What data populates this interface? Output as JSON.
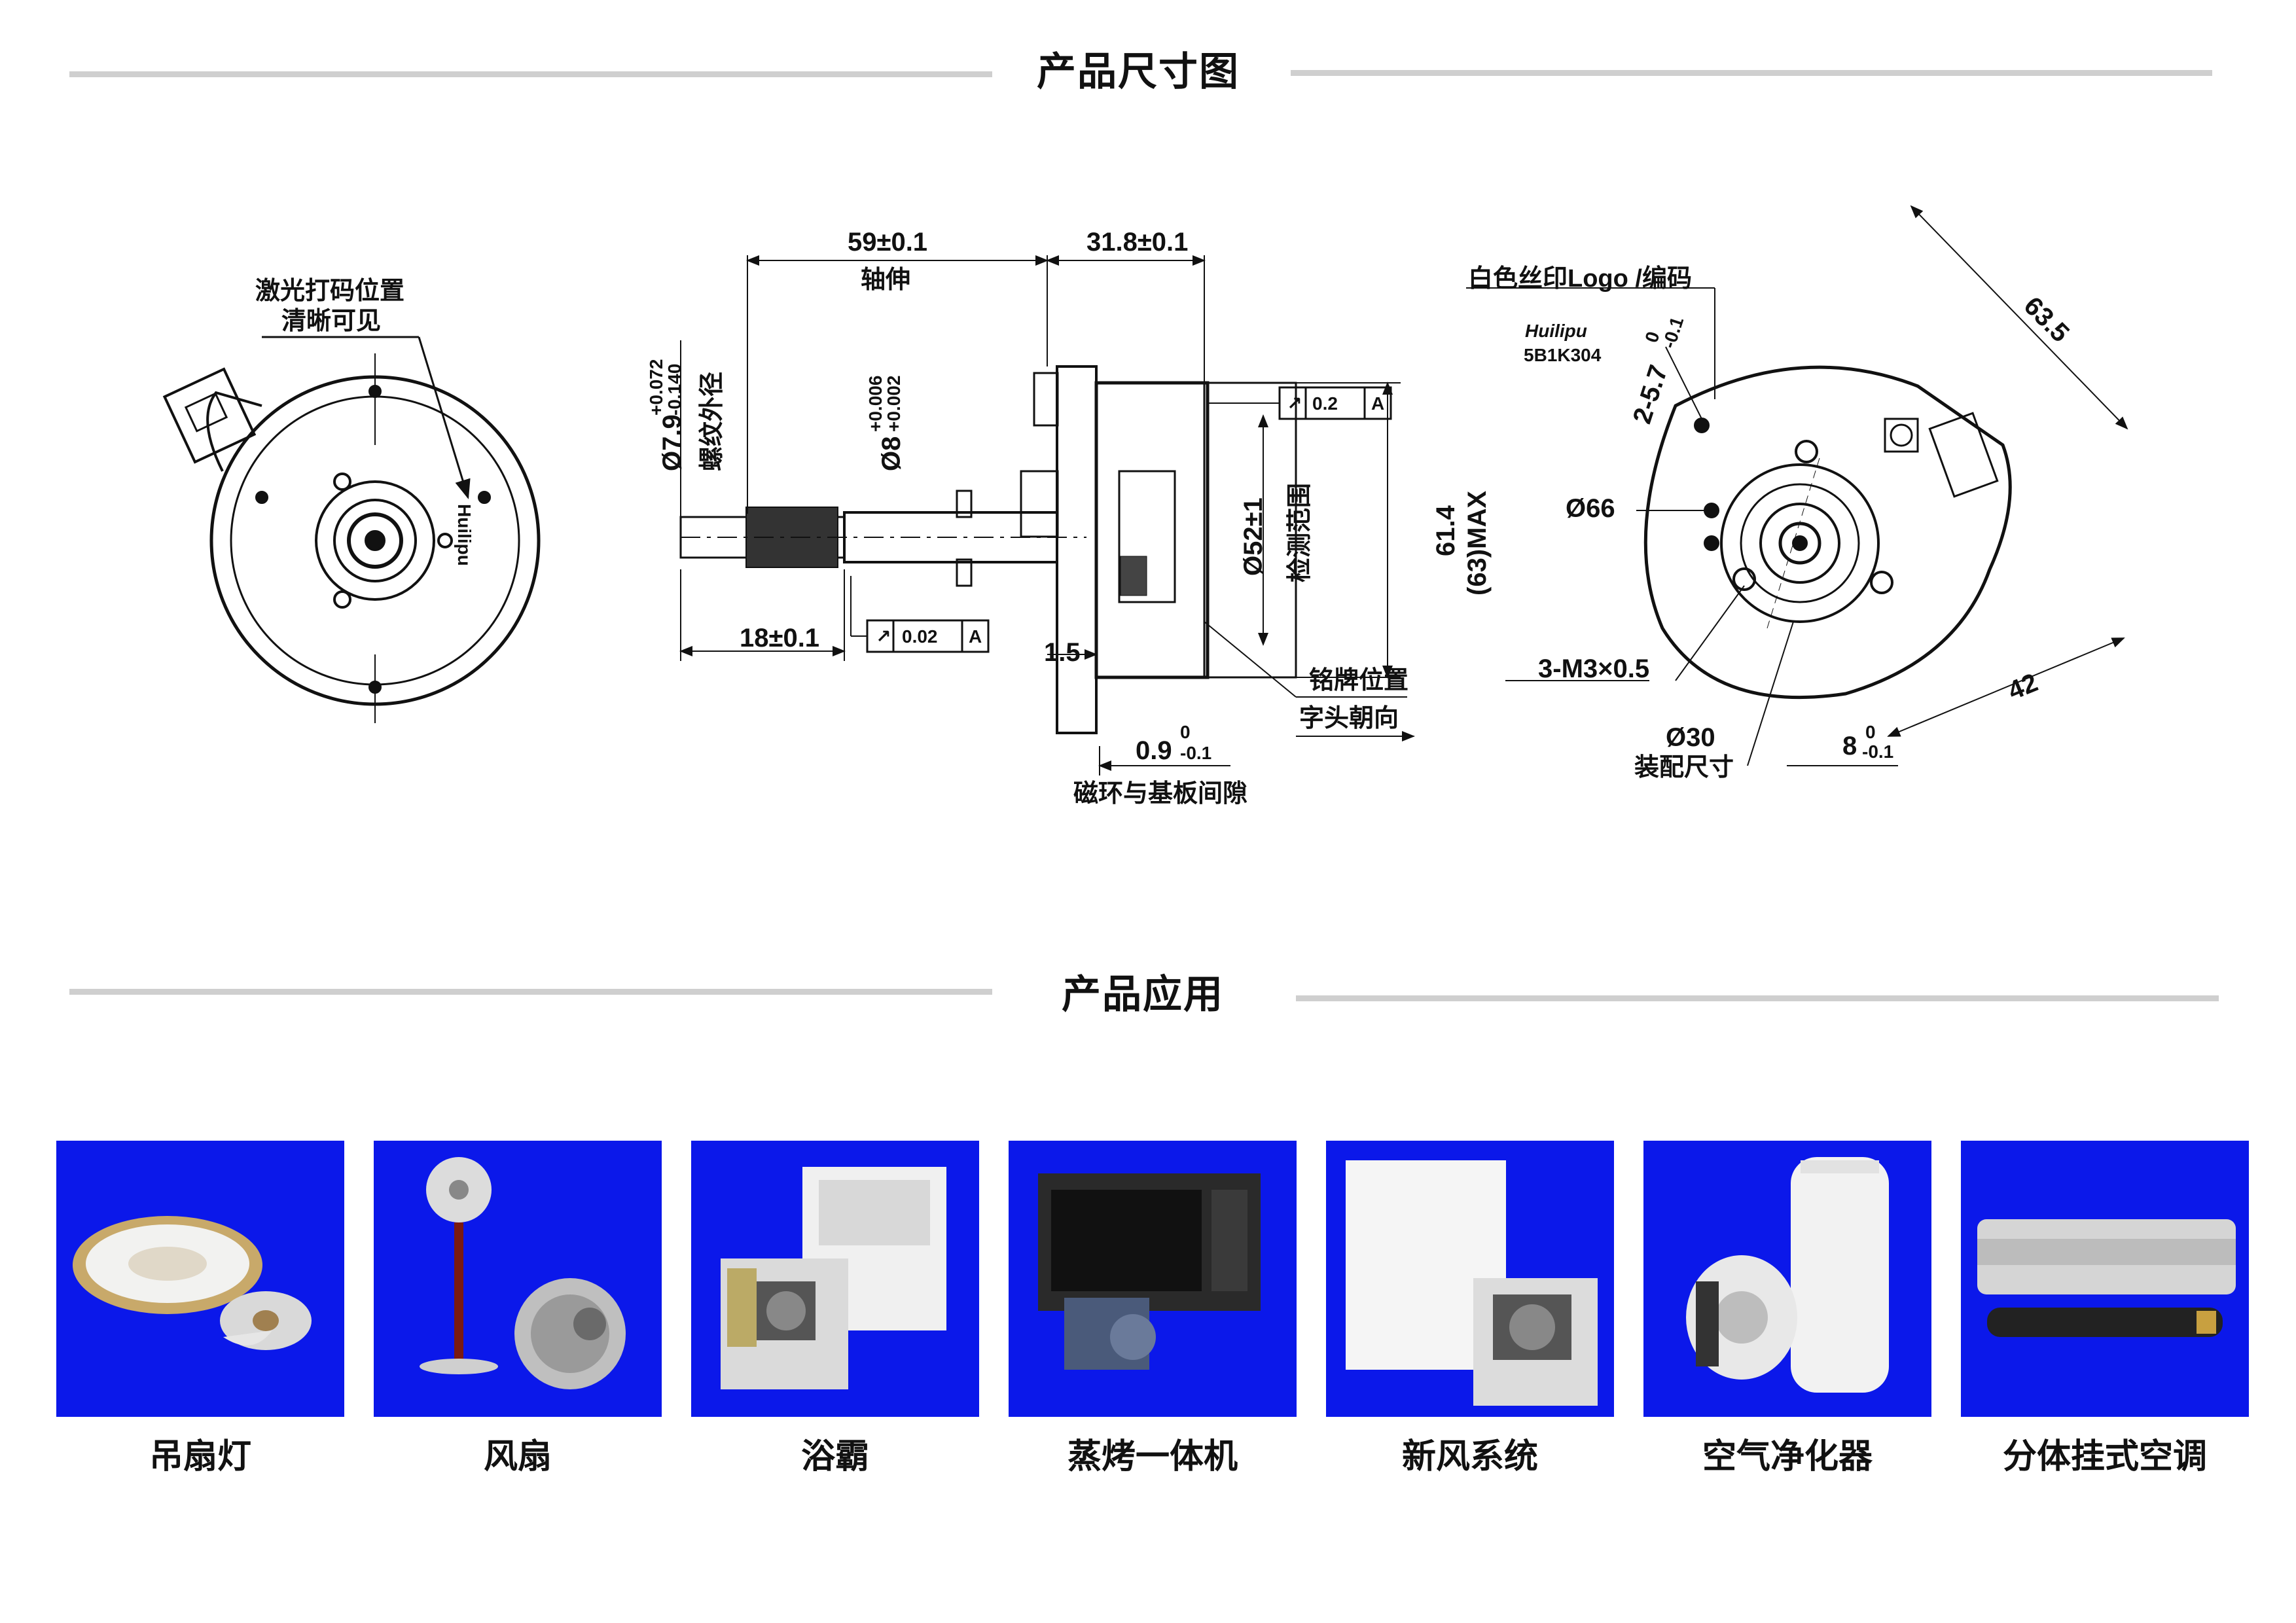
{
  "sections": {
    "dimensions_title": "产品尺寸图",
    "applications_title": "产品应用"
  },
  "drawing_left": {
    "laser_note_line1": "激光打码位置",
    "laser_note_line2": "清晰可见",
    "logo_text": "Huilipu"
  },
  "drawing_middle": {
    "shaft_length": "59±0.1",
    "shaft_label": "轴伸",
    "body_length": "31.8±0.1",
    "thread_dia": "Ø7.9",
    "thread_tol_upper": "+0.072",
    "thread_tol_lower": "-0.140",
    "thread_label": "螺纹外径",
    "shaft_dia": "Ø8",
    "shaft_tol_upper": "+0.006",
    "shaft_tol_lower": "+0.002",
    "thread_length": "18±0.1",
    "runout_shaft": "0.02",
    "runout_body": "0.2",
    "datum": "A",
    "flange_thickness": "1.5",
    "detect_dia": "Ø52±1",
    "detect_label": "检测范围",
    "overall_dia": "61.4",
    "overall_max": "(63)MAX",
    "nameplate_label": "铭牌位置",
    "text_direction_label": "字头朝向",
    "gap_value": "0.9",
    "gap_tol_upper": "0",
    "gap_tol_lower": "-0.1",
    "gap_label": "磁环与基板间隙"
  },
  "drawing_right": {
    "print_note": "白色丝印Logo /编码",
    "logo_text": "Huilipu",
    "model_code": "5B1K304",
    "outer_dim": "63.5",
    "slot_dim": "2-5.7",
    "slot_tol_upper": "0",
    "slot_tol_lower": "-0.1",
    "dia_66": "Ø66",
    "dia_30": "Ø30",
    "fit_label": "装配尺寸",
    "screw_spec": "3-M3×0.5",
    "dim_42": "42",
    "dim_8": "8",
    "dim_8_tol_upper": "0",
    "dim_8_tol_lower": "-0.1"
  },
  "applications": [
    {
      "label": "吊扇灯",
      "icon": "ceiling-fan-light-icon"
    },
    {
      "label": "风扇",
      "icon": "stand-fan-icon"
    },
    {
      "label": "浴霸",
      "icon": "bath-heater-icon"
    },
    {
      "label": "蒸烤一体机",
      "icon": "steam-oven-icon"
    },
    {
      "label": "新风系统",
      "icon": "fresh-air-system-icon"
    },
    {
      "label": "空气净化器",
      "icon": "air-purifier-icon"
    },
    {
      "label": "分体挂式空调",
      "icon": "split-air-conditioner-icon"
    }
  ],
  "colors": {
    "tile_background": "#0b18ea",
    "divider": "#cfcfcf",
    "text": "#111111"
  }
}
